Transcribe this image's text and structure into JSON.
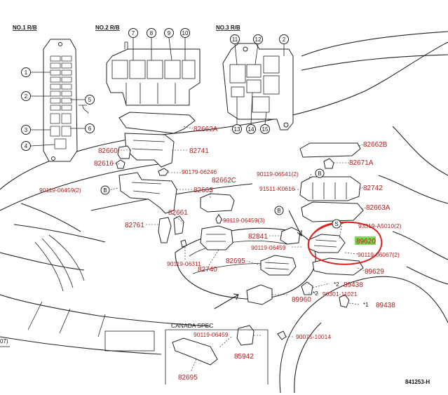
{
  "relay_blocks": {
    "block1": "NO.1  R/B",
    "block2": "NO.2  R/B",
    "block3": "NO.3  R/B"
  },
  "callouts": [
    "1",
    "2",
    "3",
    "4",
    "5",
    "6",
    "7",
    "8",
    "9",
    "10",
    "11",
    "12",
    "13",
    "14",
    "15"
  ],
  "labels": {
    "p82662A": "82662A",
    "p82660": "82660",
    "p82741": "82741",
    "p82616": "82616",
    "p90179_06246": "90179-06246",
    "p90119_06459_2": "90119-06459(2)",
    "p82663": "82663",
    "p82662C": "82662C",
    "p82661": "82661",
    "p82761": "82761",
    "p90119_06459_3": "90119-06459(3)",
    "p90119_06311": "90119-06311",
    "p82740": "82740",
    "p82841": "82841",
    "p90119_06459": "90119-06459",
    "p82695": "82695",
    "p89960": "89960",
    "p82662B": "82662B",
    "p82671A": "82671A",
    "p90119_06541_2": "90119-06541(2)",
    "p91511_K0616": "91511-K0616",
    "p82742": "82742",
    "p82663A": "82663A",
    "p93319_A5010_2": "93319-A5010(2)",
    "p89620": "89620",
    "p90119_06067_2": "90119-06067(2)",
    "p89629": "89629",
    "p89438a": "89438",
    "p90301_11021": "90301-11021",
    "p89438b": "89438",
    "p90075_10014": "90075-10014",
    "p85942": "85942",
    "p82695b": "82695",
    "p90119_06459c": "90119-06459"
  },
  "marks": {
    "B": "B",
    "S": "S",
    "star2": "*2",
    "star1": "*1"
  },
  "canada_spec": "CANADA  SPEC",
  "page_ref": "07)",
  "diagram_no": "841253-H",
  "colors": {
    "label_red": "#b41d1d",
    "highlight_green": "#7ed957",
    "circle_red": "#e0201a"
  }
}
